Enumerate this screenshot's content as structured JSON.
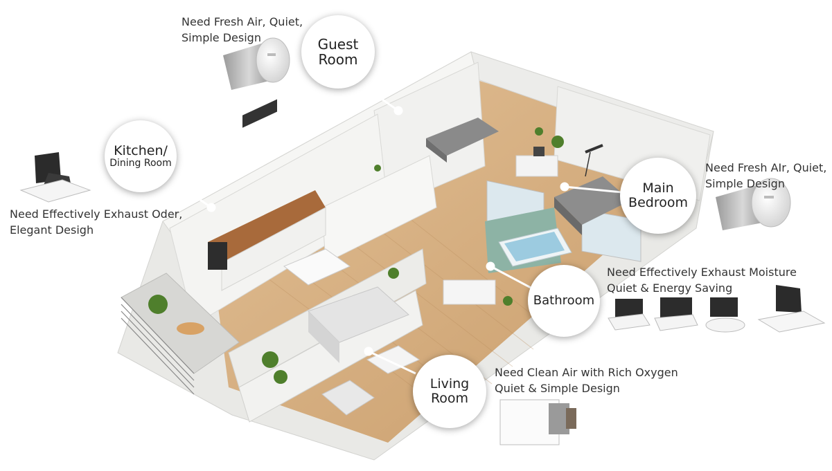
{
  "rooms": {
    "guest_room": {
      "lines": [
        "Guest",
        "Room"
      ]
    },
    "kitchen": {
      "lines": [
        "Kitchen/",
        "Dining Room"
      ]
    },
    "main_bedroom": {
      "lines": [
        "Main",
        "Bedroom"
      ]
    },
    "bathroom": {
      "lines": [
        "Bathroom"
      ]
    },
    "living_room": {
      "lines": [
        "Living",
        "Room"
      ]
    }
  },
  "needs": {
    "guest_room": [
      "Need Fresh Air, Quiet,",
      "Simple Design"
    ],
    "kitchen": [
      "Need Effectively Exhaust Oder,",
      "Elegant Desigh"
    ],
    "main_bedroom": [
      "Need Fresh AIr, Quiet,",
      "Simple Design"
    ],
    "bathroom": [
      "Need Effectively Exhaust Moisture",
      "Quiet & Energy Saving"
    ],
    "living_room": [
      "Need Clean Air with Rich Oxygen",
      "Quiet & Simple Design"
    ]
  },
  "colors": {
    "wall": "#f3f3f1",
    "wall_shade": "#dededb",
    "floor": "#d9b48a",
    "floor_dark": "#c89c6c",
    "tile": "#7fa99a",
    "plant": "#4f7f2c"
  },
  "products": {
    "guest_room": "round-fresh-air-diffuser",
    "main_bedroom": "round-fresh-air-diffuser",
    "kitchen": "ceiling-exhaust-fan",
    "bathroom": "ceiling-exhaust-fan-set",
    "living_room": "wall-ventilation-unit"
  }
}
